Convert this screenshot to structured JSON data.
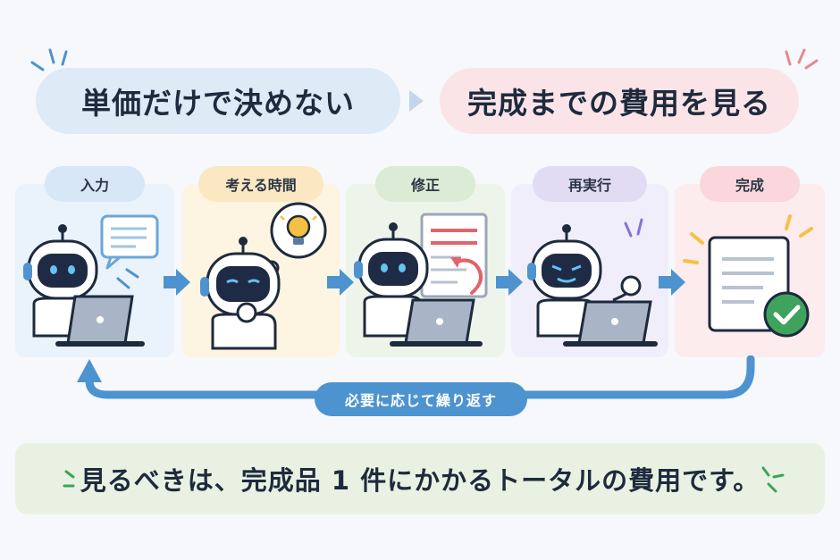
{
  "header": {
    "left_text": "単価だけで決めない",
    "right_text": "完成までの費用を見る"
  },
  "steps": [
    {
      "label": "入力",
      "bg": "#eaf2fb",
      "label_bg": "#d8e7f7"
    },
    {
      "label": "考える時間",
      "bg": "#fdf4e1",
      "label_bg": "#fbe8c2"
    },
    {
      "label": "修正",
      "bg": "#edf5ea",
      "label_bg": "#dcebd5"
    },
    {
      "label": "再実行",
      "bg": "#f0eefa",
      "label_bg": "#e1dcf4"
    },
    {
      "label": "完成",
      "bg": "#fdecee",
      "label_bg": "#f9d7dc"
    }
  ],
  "loop_label": "必要に応じて繰り返す",
  "footer_text": "見るべきは、完成品 1 件にかかるトータルの費用です。",
  "colors": {
    "arrow_blue": "#4d93cf",
    "check_green": "#3ea35c",
    "undo_red": "#e2636a",
    "bulb_yellow": "#f4c142",
    "spark_purple": "#8c6fd6"
  },
  "icons": [
    "robot-icon",
    "laptop-icon",
    "chat-bubble-icon",
    "lightbulb-icon",
    "document-icon",
    "undo-arrow-icon",
    "check-icon"
  ]
}
